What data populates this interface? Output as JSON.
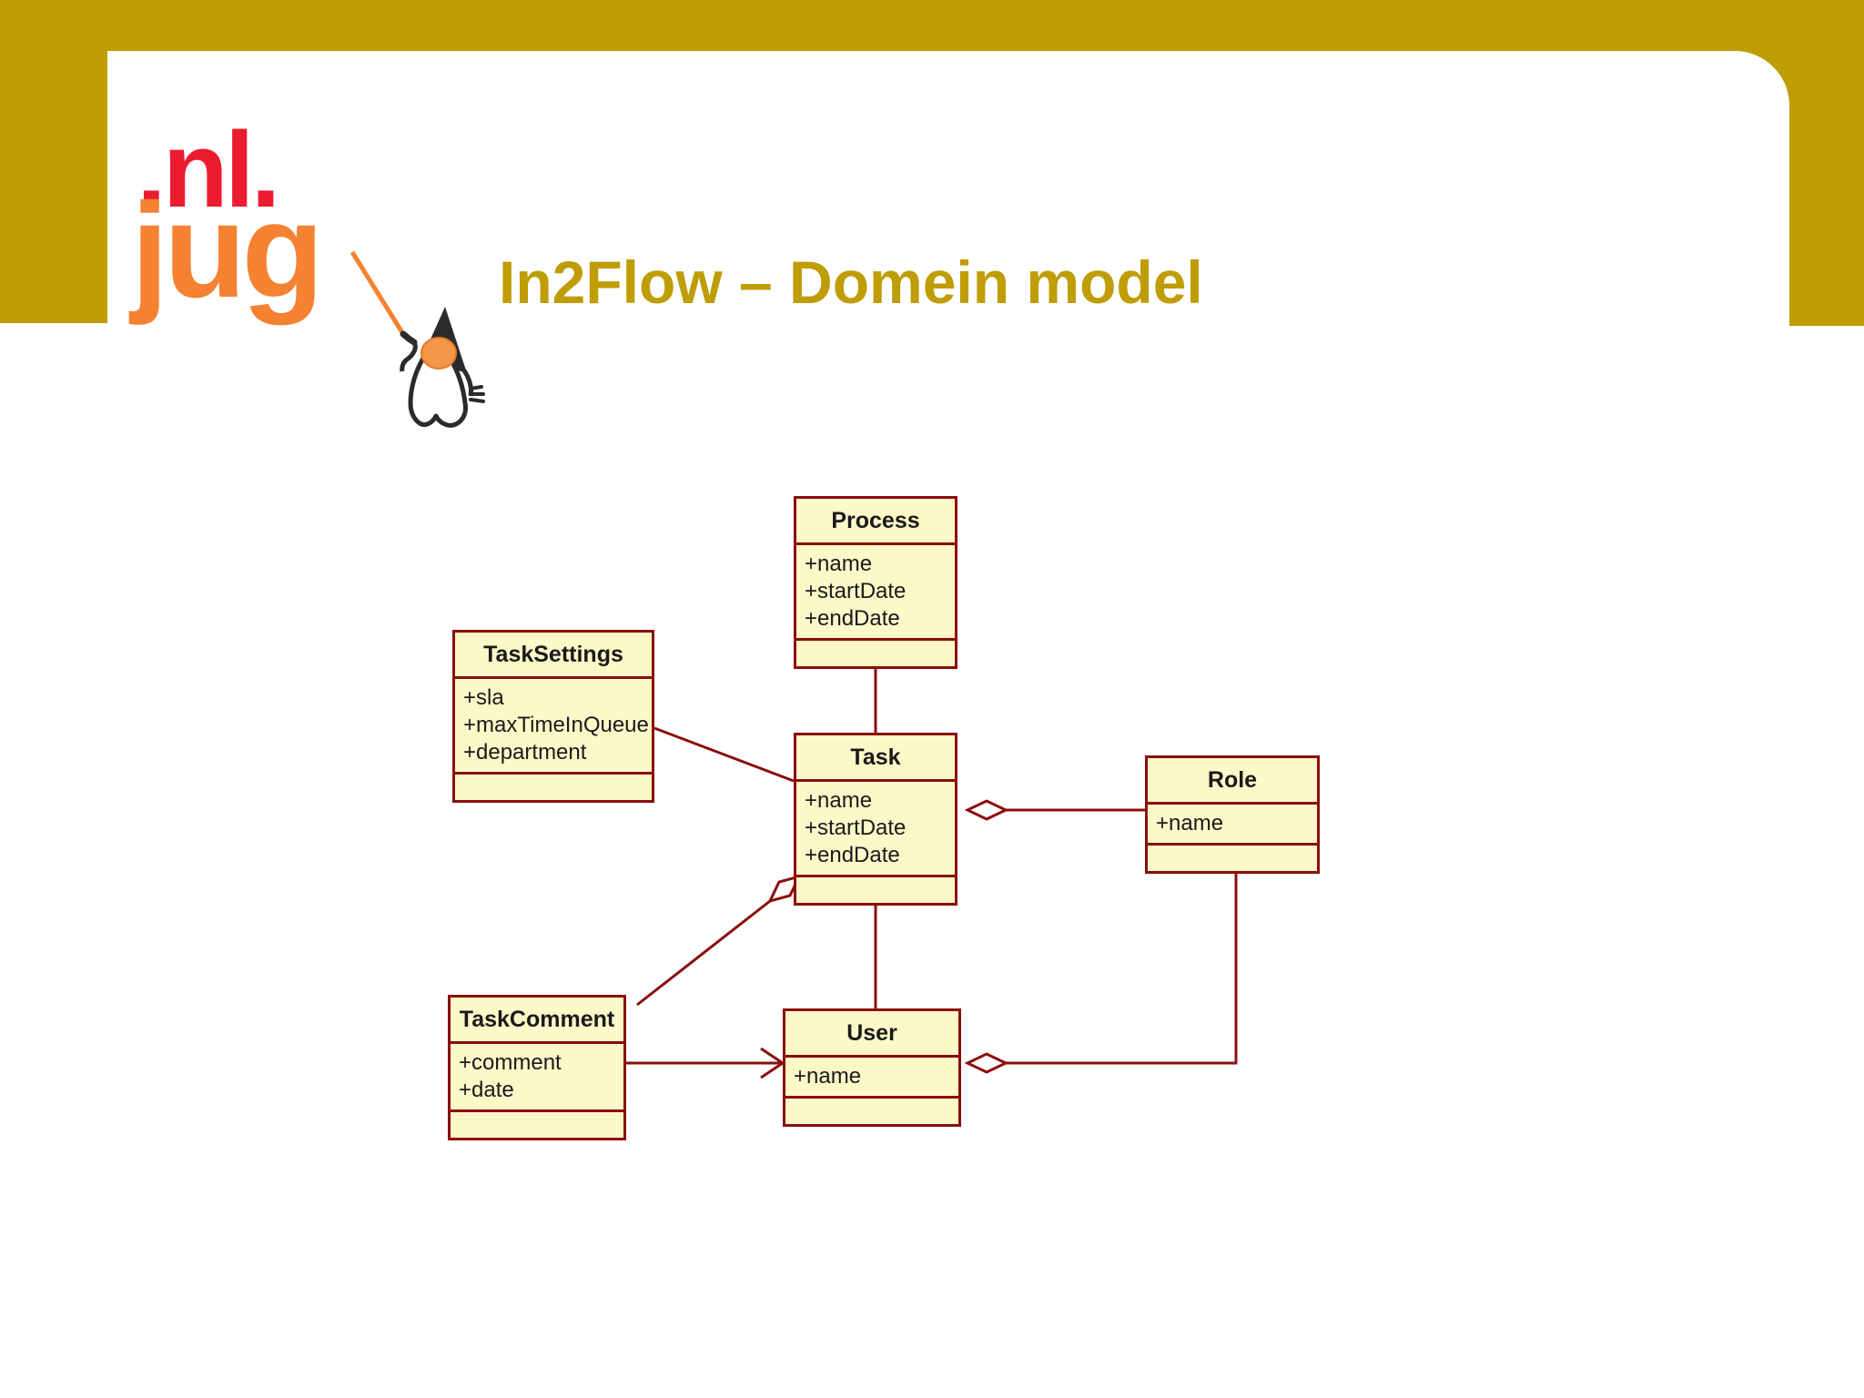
{
  "slide": {
    "title": "In2Flow – Domein model",
    "accent_color": "#BF9D05",
    "logo": {
      "top_text": ".nl.",
      "bottom_text": "jug",
      "top_color": "#EC1C30",
      "bottom_color": "#F58233",
      "mascot": "duke-mascot-icon"
    }
  },
  "diagram": {
    "type": "uml-class-diagram",
    "box_fill": "#FCF8C8",
    "box_border": "#8C0D0D",
    "classes": [
      {
        "id": "process",
        "name": "Process",
        "attributes": [
          "+name",
          "+startDate",
          "+endDate"
        ],
        "operations": []
      },
      {
        "id": "tasksettings",
        "name": "TaskSettings",
        "attributes": [
          "+sla",
          "+maxTimeInQueue",
          "+department"
        ],
        "operations": []
      },
      {
        "id": "task",
        "name": "Task",
        "attributes": [
          "+name",
          "+startDate",
          "+endDate"
        ],
        "operations": []
      },
      {
        "id": "role",
        "name": "Role",
        "attributes": [
          "+name"
        ],
        "operations": []
      },
      {
        "id": "taskcomment",
        "name": "TaskComment",
        "attributes": [
          "+comment",
          "+date"
        ],
        "operations": []
      },
      {
        "id": "user",
        "name": "User",
        "attributes": [
          "+name"
        ],
        "operations": []
      }
    ],
    "relations": [
      {
        "from": "process",
        "to": "task",
        "kind": "association"
      },
      {
        "from": "tasksettings",
        "to": "task",
        "kind": "association"
      },
      {
        "from": "task",
        "to": "role",
        "kind": "aggregation"
      },
      {
        "from": "task",
        "to": "taskcomment",
        "kind": "aggregation"
      },
      {
        "from": "task",
        "to": "user",
        "kind": "association"
      },
      {
        "from": "taskcomment",
        "to": "user",
        "kind": "directed-association"
      },
      {
        "from": "user",
        "to": "role",
        "kind": "aggregation"
      }
    ]
  }
}
